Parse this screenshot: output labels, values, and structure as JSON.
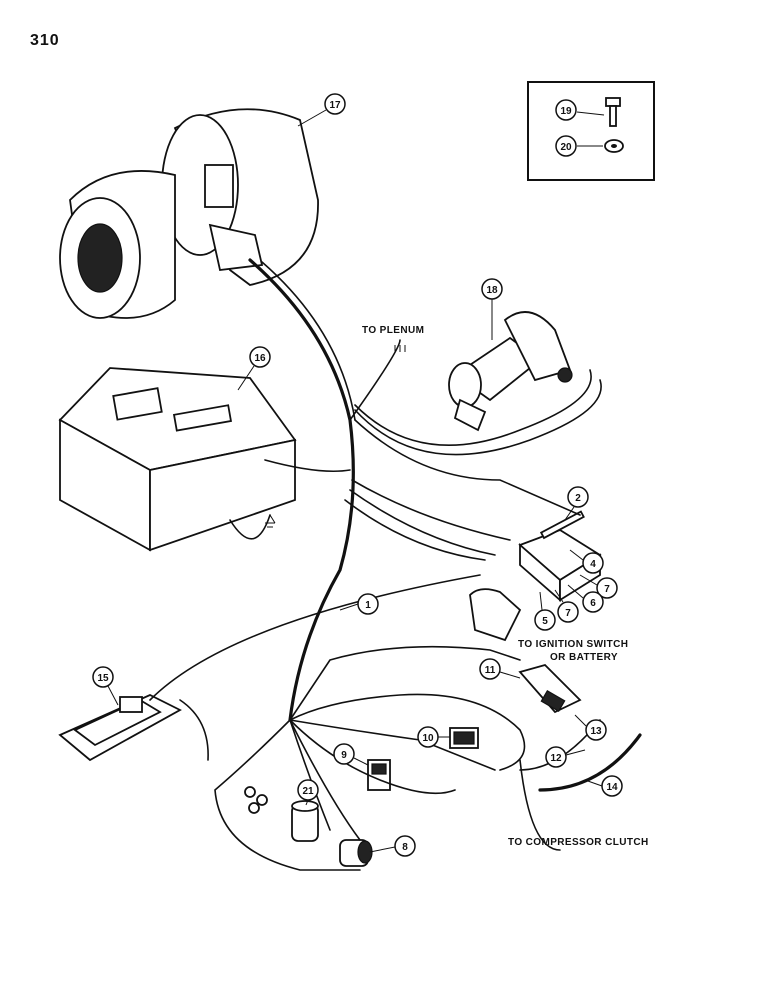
{
  "page_number": "310",
  "labels": {
    "to_plenum": "TO PLENUM",
    "to_ignition_line1": "TO IGNITION SWITCH",
    "to_ignition_line2": "OR BATTERY",
    "to_compressor": "TO COMPRESSOR CLUTCH"
  },
  "callouts": {
    "c1": "1",
    "c2": "2",
    "c4": "4",
    "c5": "5",
    "c6": "6",
    "c7a": "7",
    "c7b": "7",
    "c8": "8",
    "c9": "9",
    "c10": "10",
    "c11": "11",
    "c12": "12",
    "c13": "13",
    "c14": "14",
    "c15": "15",
    "c16": "16",
    "c17": "17",
    "c18": "18",
    "c19": "19",
    "c20": "20",
    "c21": "21"
  }
}
